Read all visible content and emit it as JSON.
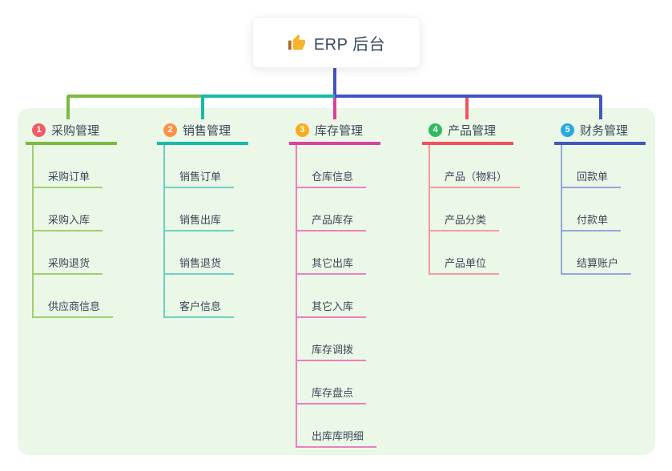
{
  "root": {
    "title": "ERP 后台",
    "icon": "thumbs-up-icon"
  },
  "colors": {
    "page_background": "#ffffff",
    "panel_background": "#ebf7e7",
    "root_line": "#4355bf",
    "root_box_background": "#ffffff",
    "title_text": "#3b4a5e",
    "node_text": "#3c4858",
    "thumb_yellow": "#f6b42a",
    "thumb_cuff": "#a9702c"
  },
  "columns": [
    {
      "num": "1",
      "label": "采购管理",
      "branch_color": "#7cb93f",
      "child_color": "#9fd06f",
      "badge_color": "#f25c66",
      "items": [
        "采购订单",
        "采购入库",
        "采购退货",
        "供应商信息"
      ]
    },
    {
      "num": "2",
      "label": "销售管理",
      "branch_color": "#17b9a7",
      "child_color": "#6fd0c4",
      "badge_color": "#fd9148",
      "items": [
        "销售订单",
        "销售出库",
        "销售退货",
        "客户信息"
      ]
    },
    {
      "num": "3",
      "label": "库存管理",
      "branch_color": "#d9429e",
      "child_color": "#ea80c0",
      "badge_color": "#fbab1d",
      "items": [
        "仓库信息",
        "产品库存",
        "其它出库",
        "其它入库",
        "库存调拨",
        "库存盘点",
        "出库库明细"
      ]
    },
    {
      "num": "4",
      "label": "产品管理",
      "branch_color": "#f2525e",
      "child_color": "#f79aa2",
      "badge_color": "#2fba61",
      "items": [
        "产品（物料）",
        "产品分类",
        "产品单位"
      ]
    },
    {
      "num": "5",
      "label": "财务管理",
      "branch_color": "#4355bf",
      "child_color": "#93a5dd",
      "badge_color": "#28a9e0",
      "items": [
        "回款单",
        "付款单",
        "结算账户"
      ]
    }
  ]
}
